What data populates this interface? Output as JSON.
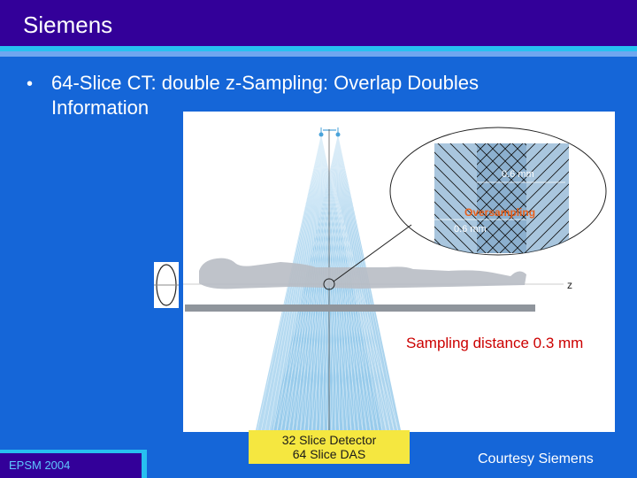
{
  "header": {
    "title": "Siemens"
  },
  "bullets": [
    {
      "text": "64-Slice CT: double z-Sampling: Overlap Doubles Information"
    }
  ],
  "figure": {
    "dim_top": "0.6 mm",
    "oversampling": "Oversampling",
    "dim_bottom": "0.6 mm",
    "z_axis": "z",
    "sampling": "Sampling distance 0.3 mm",
    "detector_line1": "32 Slice Detector",
    "detector_line2": "64 Slice DAS"
  },
  "footer": {
    "label": "EPSM 2004"
  },
  "credit": "Courtesy Siemens",
  "colors": {
    "title_bar": "#330099",
    "background": "#1566d8",
    "accent": "#27c0f0",
    "detector": "#f5e740",
    "sampling_text": "#cc0000"
  }
}
